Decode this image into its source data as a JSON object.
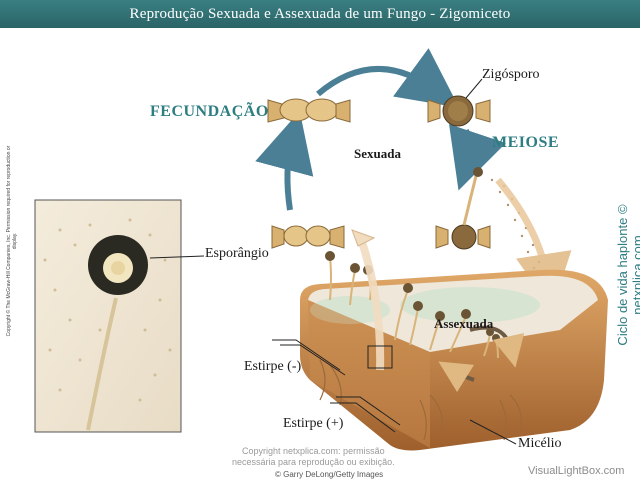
{
  "title": "Reprodução Sexuada e Assexuada de um Fungo - Zigomiceto",
  "labels": {
    "fecundacao": "FECUNDAÇÃO",
    "meiose": "MEIOSE",
    "zigosporo": "Zigósporo",
    "sexuada": "Sexuada",
    "assexuada": "Assexuada",
    "esporangio": "Esporângio",
    "estirpe_menos": "Estirpe (-)",
    "estirpe_mais": "Estirpe (+)",
    "micelio": "Micélio"
  },
  "side_text": {
    "credit": "Copyright © The McGraw-Hill Companies, Inc. Permission required for reproduction or display.",
    "cycle": "Ciclo de vida haplonte © netxplica.com"
  },
  "watermark": {
    "line1": "Copyright netxplica.com: permissão",
    "line2": "necessária para reprodução ou exibição.",
    "getty": "© Garry DeLong/Getty Images",
    "site": "VisualLightBox.com"
  },
  "colors": {
    "title_bar": "#2f7275",
    "accent_teal": "#2d7d82",
    "hypha": "#d9b47a",
    "bread_crust": "#b8743a",
    "arrow_blue": "#4a7f96",
    "arrow_tan": "#e9c79a"
  }
}
